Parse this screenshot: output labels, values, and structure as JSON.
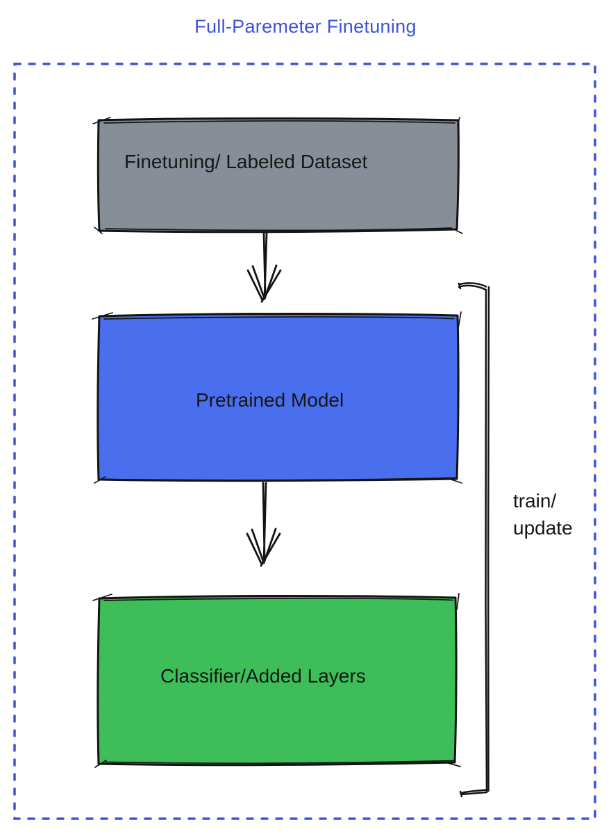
{
  "title": "Full-Paremeter Finetuning",
  "boxes": {
    "dataset": {
      "label": "Finetuning/ Labeled Dataset",
      "fill": "#878E97"
    },
    "pretrained": {
      "label": "Pretrained Model",
      "fill": "#4A6FEE"
    },
    "classifier": {
      "label": "Classifier/Added Layers",
      "fill": "#3EBE59"
    }
  },
  "annotations": {
    "train_update_line1": "train/",
    "train_update_line2": "update"
  },
  "colors": {
    "accent_blue": "#3C53DB",
    "ink": "#151515"
  }
}
